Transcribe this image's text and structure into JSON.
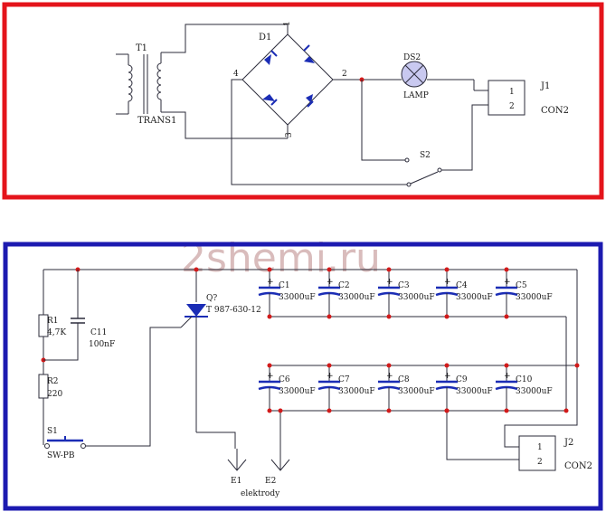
{
  "watermark": "2shemi.ru",
  "colors": {
    "top_frame": "#e4141b",
    "bottom_frame": "#1c1ab0",
    "wire": "#2b2b3a",
    "component": "#1b2db5",
    "junction": "#d21a1a",
    "lamp_fill": "#c9c9f0"
  },
  "top": {
    "transformer_ref": "T1",
    "transformer_name": "TRANS1",
    "bridge_ref": "D1",
    "pin_1": "1",
    "pin_2": "2",
    "pin_3": "3",
    "pin_4": "4",
    "lamp_ref": "DS2",
    "lamp_name": "LAMP",
    "connector_ref": "J1",
    "connector_name": "CON2",
    "connector_pin_1": "1",
    "connector_pin_2": "2",
    "switch_ref": "S2"
  },
  "bottom": {
    "r1_ref": "R1",
    "r1_value": "4,7K",
    "c11_ref": "C11",
    "c11_value": "100nF",
    "r2_ref": "R2",
    "r2_value": "220",
    "s1_ref": "S1",
    "s1_name": "SW-PB",
    "thyristor_ref": "Q?",
    "thyristor_name": "T 987-630-12",
    "capacitors_row1": [
      {
        "ref": "C1",
        "value": "33000uF"
      },
      {
        "ref": "C2",
        "value": "33000uF"
      },
      {
        "ref": "C3",
        "value": "33000uF"
      },
      {
        "ref": "C4",
        "value": "33000uF"
      },
      {
        "ref": "C5",
        "value": "33000uF"
      }
    ],
    "capacitors_row2": [
      {
        "ref": "C6",
        "value": "33000uF"
      },
      {
        "ref": "C7",
        "value": "33000uF"
      },
      {
        "ref": "C8",
        "value": "33000uF"
      },
      {
        "ref": "C9",
        "value": "33000uF"
      },
      {
        "ref": "C10",
        "value": "33000uF"
      }
    ],
    "plus_sign": "+",
    "e1_ref": "E1",
    "e2_ref": "E2",
    "electrodes_label": "elektrody",
    "connector_ref": "J2",
    "connector_name": "CON2",
    "connector_pin_1": "1",
    "connector_pin_2": "2"
  }
}
